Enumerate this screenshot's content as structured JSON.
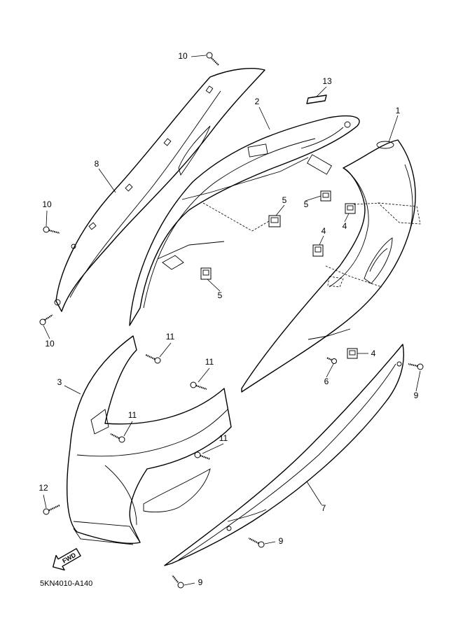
{
  "diagram_code": "5KN4010-A140",
  "fwd_label": "FWD",
  "callouts": [
    "1",
    "2",
    "3",
    "4",
    "4",
    "4",
    "5",
    "5",
    "5",
    "6",
    "7",
    "8",
    "9",
    "9",
    "9",
    "10",
    "10",
    "10",
    "11",
    "11",
    "11",
    "11",
    "12",
    "13"
  ]
}
